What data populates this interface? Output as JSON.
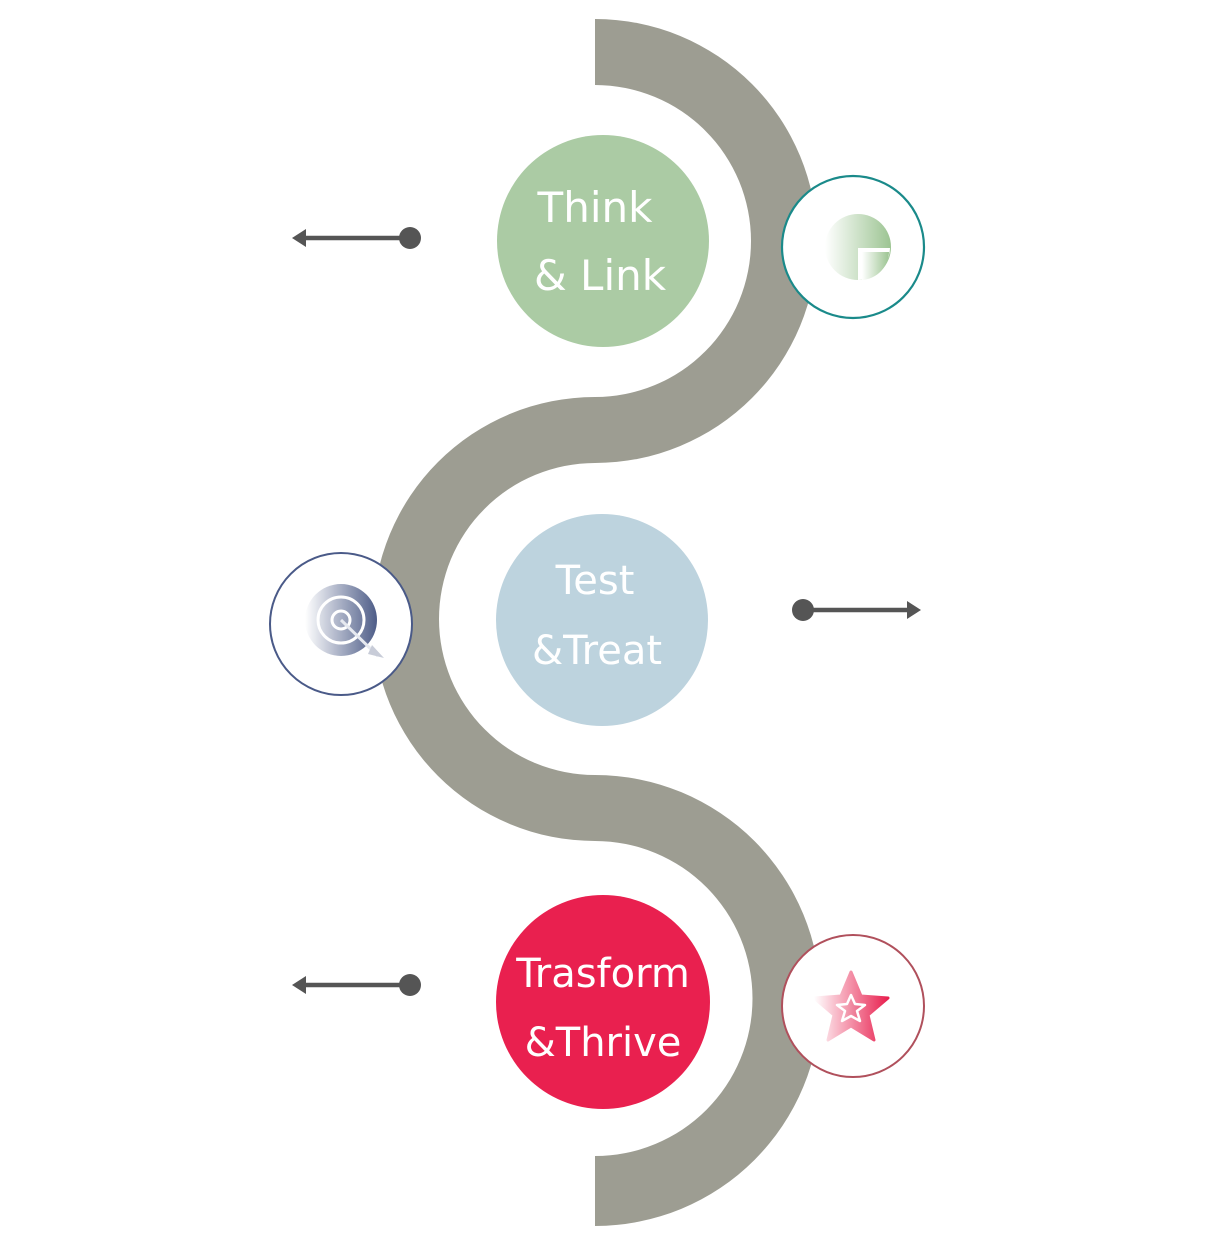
{
  "diagram": {
    "type": "s-curve-process",
    "track_color": "#9d9d92",
    "arrow_color": "#555555",
    "stages": [
      {
        "id": "think-link",
        "lines": [
          "Think",
          "& Link"
        ],
        "color": "#abcba4",
        "icon": "pie-chart-icon",
        "icon_ring_color": "#1a8a8a",
        "icon_color": "#9cc492",
        "arrow_direction": "left"
      },
      {
        "id": "test-treat",
        "lines": [
          "Test",
          "&Treat"
        ],
        "color": "#bdd3de",
        "icon": "target-icon",
        "icon_ring_color": "#4a5a88",
        "icon_color": "#5a6890",
        "arrow_direction": "right"
      },
      {
        "id": "transform-thrive",
        "lines": [
          "Trasform",
          "&Thrive"
        ],
        "color": "#e9204f",
        "icon": "star-icon",
        "icon_ring_color": "#b0505c",
        "icon_color": "#e83a62",
        "arrow_direction": "left"
      }
    ]
  }
}
